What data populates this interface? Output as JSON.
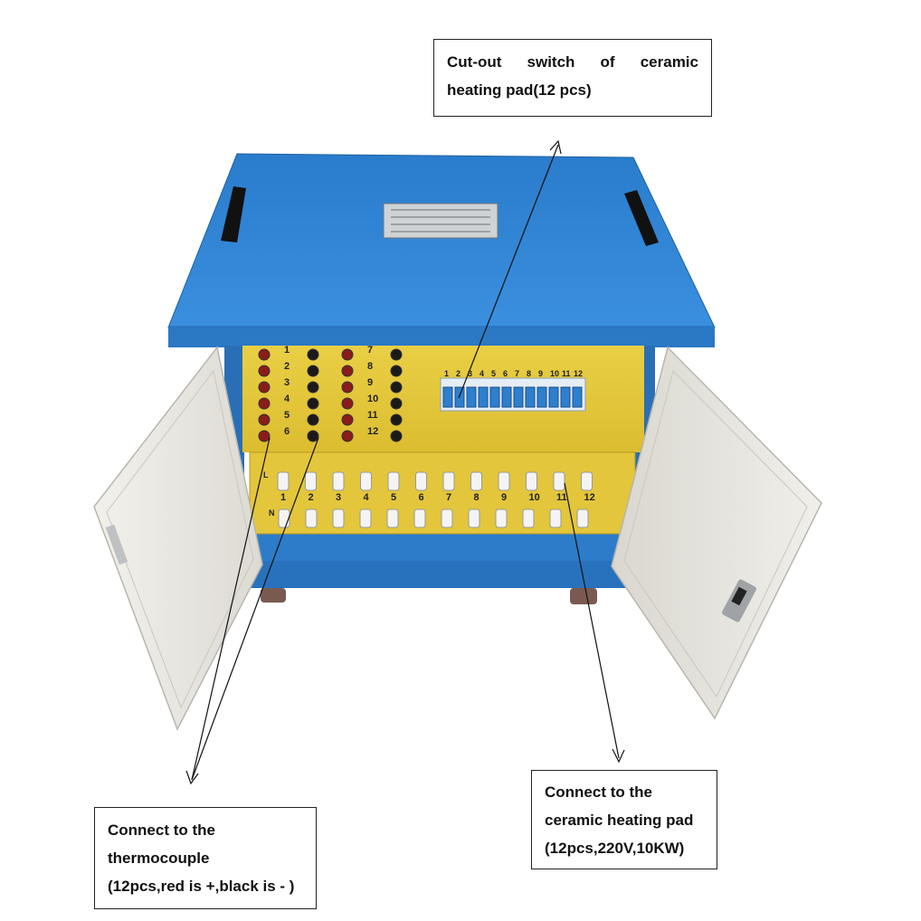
{
  "callouts": {
    "switch": {
      "line1": "Cut-out switch of ceramic",
      "line2": "heating pad(12 pcs)"
    },
    "pad": {
      "line1": "Connect to the",
      "line2": "ceramic heating pad",
      "line3": "(12pcs,220V,10KW)"
    },
    "thermocouple": {
      "line1": "Connect to the",
      "line2": "thermocouple",
      "line3": "(12pcs,red is +,black is - )"
    }
  },
  "terminal_labels_left": [
    "1",
    "2",
    "3",
    "4",
    "5",
    "6"
  ],
  "terminal_labels_right": [
    "7",
    "8",
    "9",
    "10",
    "11",
    "12"
  ],
  "switch_labels": [
    "1",
    "2",
    "3",
    "4",
    "5",
    "6",
    "7",
    "8",
    "9",
    "10",
    "11",
    "12"
  ],
  "pad_labels": [
    "1",
    "2",
    "3",
    "4",
    "5",
    "6",
    "7",
    "8",
    "9",
    "10",
    "11",
    "12"
  ],
  "row_labels": {
    "line": "L",
    "neutral": "N"
  },
  "colors": {
    "cabinet_blue": "#2f7fcf",
    "panel_yellow": "#e7c93c",
    "door_beige": "#e9e7df",
    "terminal_red": "#8a1c1c",
    "terminal_black": "#1a1a1a"
  }
}
